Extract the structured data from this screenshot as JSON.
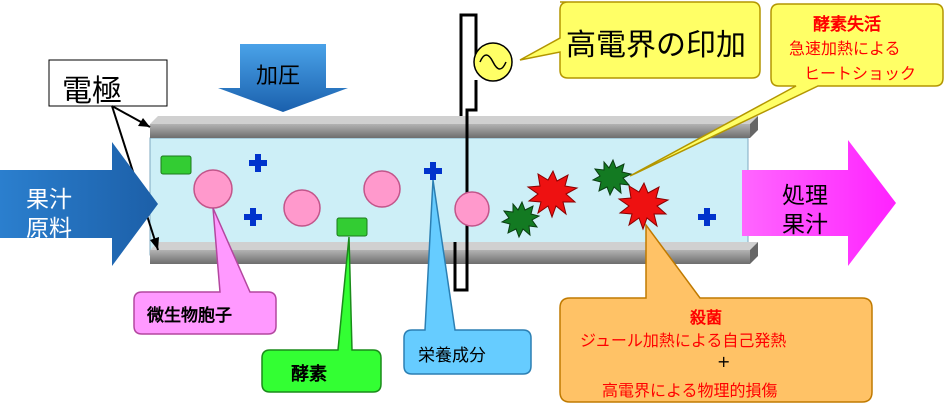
{
  "labels": {
    "electrode": "電極",
    "pressure": "加圧",
    "high_field": "高電界の印加",
    "enzyme_inactivation": {
      "title": "酵素失活",
      "line1": "急速加熱による",
      "line2": "ヒートショック"
    },
    "raw_juice": {
      "line1": "果汁",
      "line2": "原料"
    },
    "processed_juice": {
      "line1": "処理",
      "line2": "果汁"
    },
    "spore": "微生物胞子",
    "enzyme": "酵素",
    "nutrients": "栄養成分",
    "sterilization": {
      "title": "殺菌",
      "line1": "ジュール加熱による自己発熱",
      "line2": "+",
      "line3": "高電界による物理的損傷"
    }
  },
  "colors": {
    "channel_fill": "#cdeff7",
    "electrode_plate": "#8c8c8c",
    "arrow_blue": "#1f74c4",
    "arrow_magenta": "#ff33ff",
    "spore_pink": "#ff99cc",
    "enzyme_green": "#33cc33",
    "nutrient_blue": "#0033cc",
    "damaged_red": "#ee1111",
    "damaged_green": "#137a22",
    "callout_yellow": "#ffff66",
    "callout_orange": "#ffc266",
    "callout_cyan": "#66ccff"
  }
}
